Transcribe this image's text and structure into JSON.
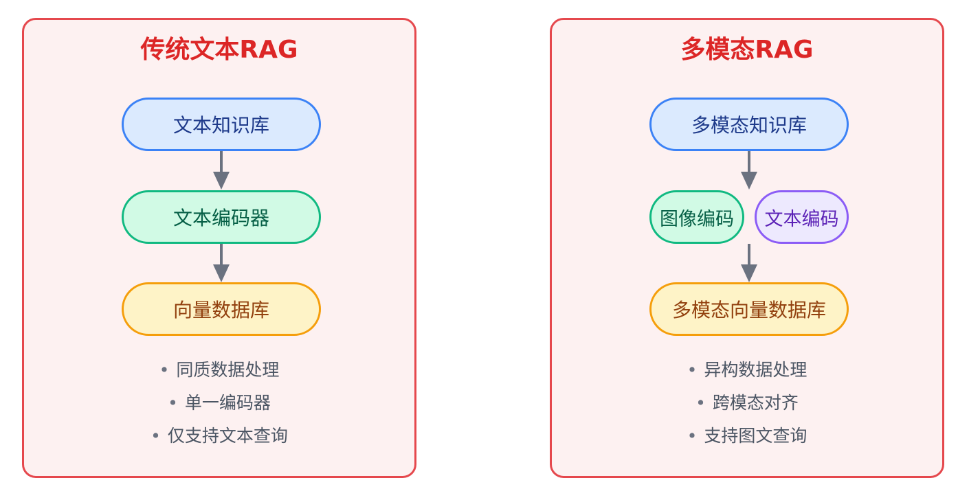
{
  "panels": {
    "traditional": {
      "title": "传统文本RAG",
      "nodes": {
        "knowledge_base": "文本知识库",
        "encoder": "文本编码器",
        "vector_db": "向量数据库"
      },
      "bullets": [
        "同质数据处理",
        "单一编码器",
        "仅支持文本查询"
      ]
    },
    "multimodal": {
      "title": "多模态RAG",
      "nodes": {
        "knowledge_base": "多模态知识库",
        "image_encoder": "图像编码",
        "text_encoder": "文本编码",
        "vector_db": "多模态向量数据库"
      },
      "bullets": [
        "异构数据处理",
        "跨模态对齐",
        "支持图文查询"
      ]
    }
  },
  "bullet_glyph": "•",
  "colors": {
    "panel_border": "#e5484d",
    "panel_background": "#fdf1f1",
    "title": "#dc2626",
    "arrow": "#6b7280",
    "blue_node": "#3b82f6",
    "green_node": "#10b981",
    "yellow_node": "#f59e0b",
    "purple_node": "#8b5cf6"
  }
}
